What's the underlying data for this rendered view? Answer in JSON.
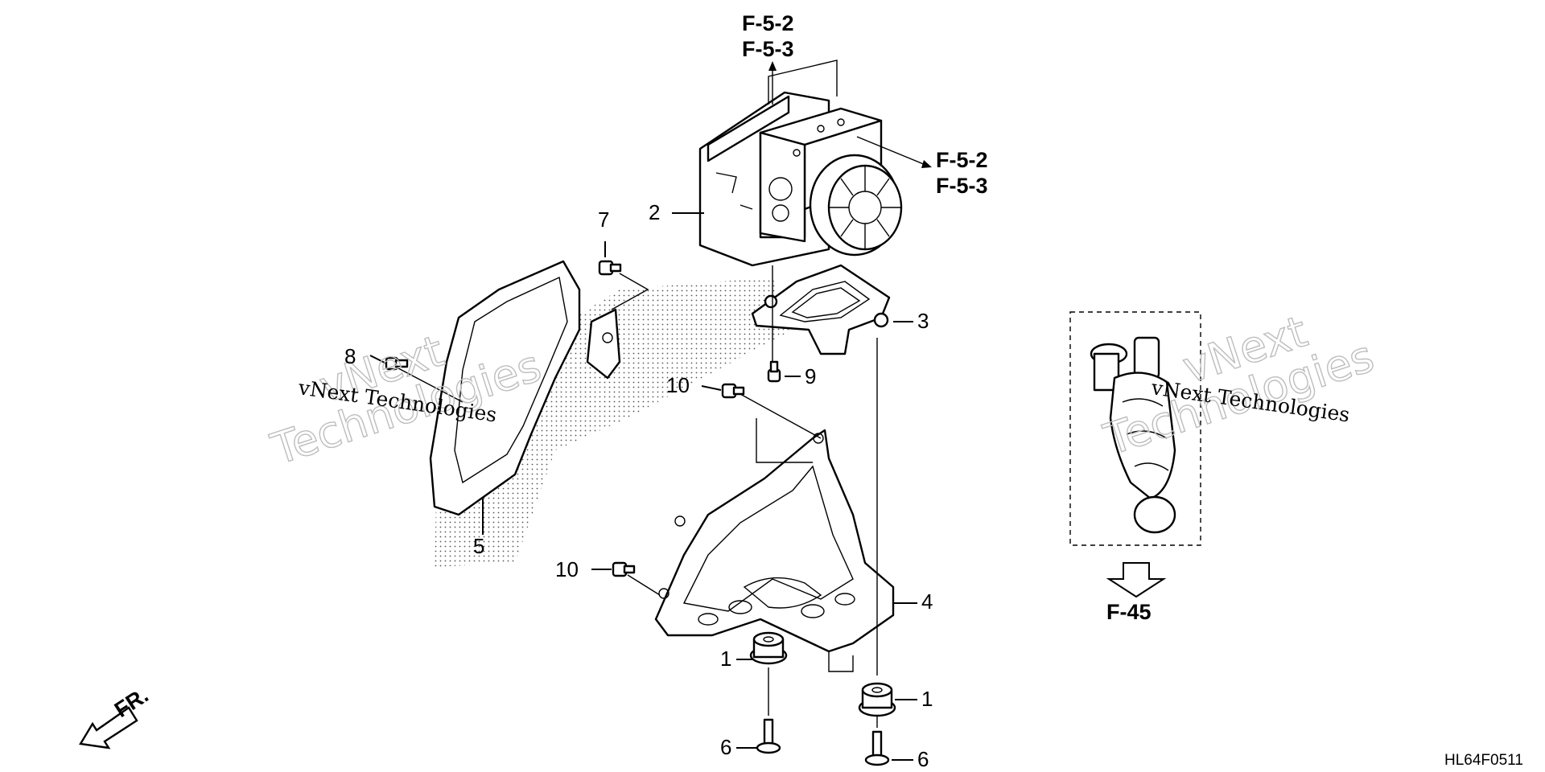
{
  "callouts": {
    "c1a": "1",
    "c1b": "1",
    "c2": "2",
    "c3": "3",
    "c4": "4",
    "c5": "5",
    "c6a": "6",
    "c6b": "6",
    "c7": "7",
    "c8": "8",
    "c9": "9",
    "c10a": "10",
    "c10b": "10"
  },
  "references": {
    "top_line1": "F-5-2",
    "top_line2": "F-5-3",
    "right_line1": "F-5-2",
    "right_line2": "F-5-3",
    "inset": "F-45"
  },
  "front_label": "FR.",
  "diagram_code": "HL64F0511",
  "watermarks": {
    "left_big_1": "vNext",
    "left_big_2": "Technologies",
    "left_small": "vNext Technologies",
    "right_big_1": "vNext",
    "right_big_2": "Technologies",
    "right_small": "vNext Technologies"
  }
}
